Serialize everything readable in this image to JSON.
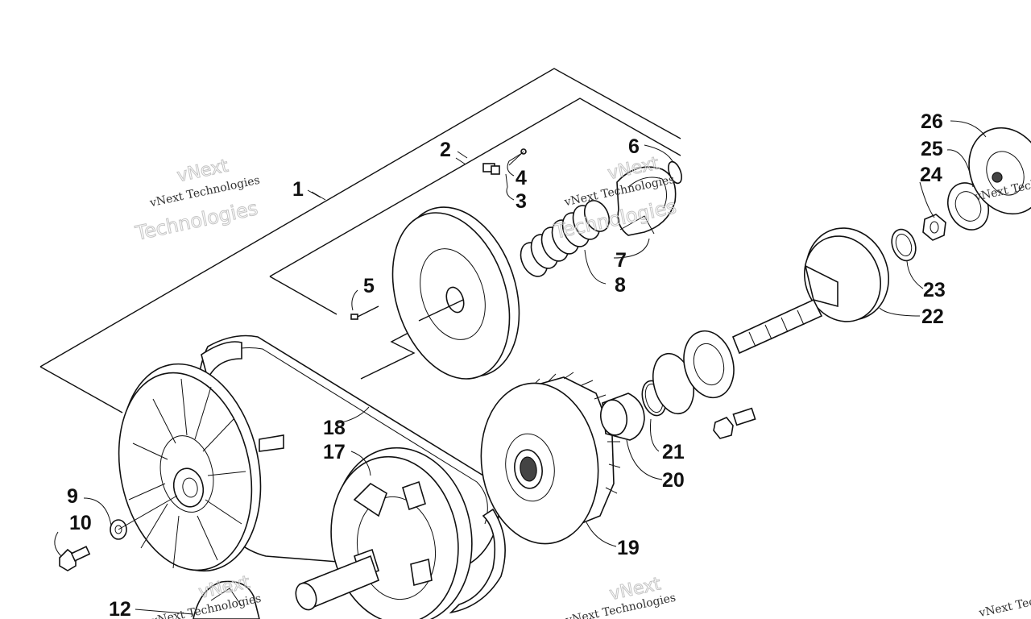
{
  "diagram": {
    "callouts": [
      "1",
      "2",
      "3",
      "4",
      "5",
      "6",
      "7",
      "8",
      "9",
      "10",
      "12",
      "17",
      "18",
      "19",
      "20",
      "21",
      "22",
      "23",
      "24",
      "25",
      "26"
    ]
  },
  "watermark": {
    "line1": "vNext",
    "line2": "vNext Technologies",
    "line3": "Technologies"
  }
}
